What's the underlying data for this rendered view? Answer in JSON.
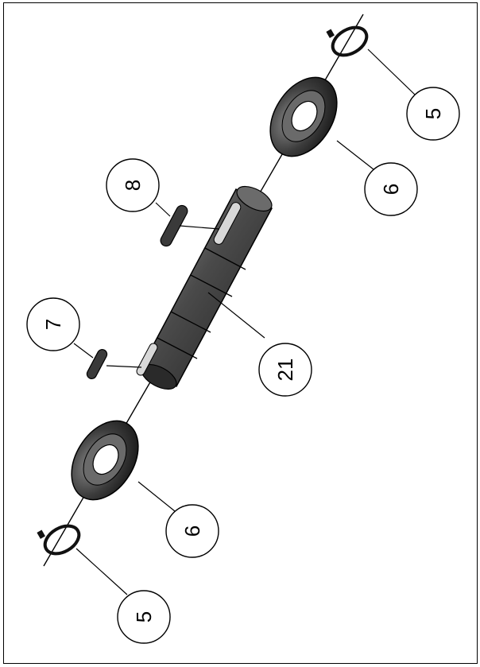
{
  "drawing": {
    "type": "exploded-assembly",
    "text_rotation_deg": -90
  },
  "balloons": [
    {
      "id": "balloon-5-top",
      "label": "5"
    },
    {
      "id": "balloon-6-top",
      "label": "6"
    },
    {
      "id": "balloon-8",
      "label": "8"
    },
    {
      "id": "balloon-7",
      "label": "7"
    },
    {
      "id": "balloon-21",
      "label": "21"
    },
    {
      "id": "balloon-6-bottom",
      "label": "6"
    },
    {
      "id": "balloon-5-bottom",
      "label": "5"
    }
  ],
  "parts": [
    {
      "name": "retaining-ring",
      "item": "5",
      "count": 2
    },
    {
      "name": "ball-bearing",
      "item": "6",
      "count": 2
    },
    {
      "name": "key",
      "item": "7",
      "count": 1
    },
    {
      "name": "key",
      "item": "8",
      "count": 1
    },
    {
      "name": "shaft",
      "item": "21",
      "count": 1
    }
  ],
  "colors": {
    "line": "#000000",
    "part_dark": "#2b2b2b",
    "part_mid": "#5a5a5a",
    "part_light": "#8a8a8a",
    "background": "#ffffff"
  }
}
